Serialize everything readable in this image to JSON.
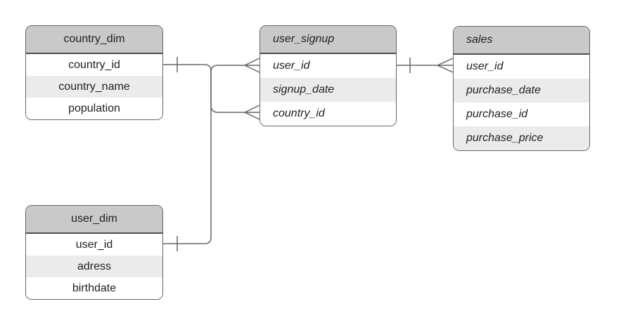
{
  "diagram": {
    "type": "entity-relationship-diagram",
    "background": "#ffffff",
    "colors": {
      "header_fill": "#c9c9c9",
      "row_fill": "#ffffff",
      "row_alt_fill": "#ebebeb",
      "table_border": "#666666",
      "header_separator": "#4d4d4d",
      "connector": "#666666",
      "text": "#1f1f1f"
    },
    "tables": [
      {
        "id": "country_dim",
        "title": "country_dim",
        "text_style": "plain-centered",
        "rows": [
          "country_id",
          "country_name",
          "population"
        ]
      },
      {
        "id": "user_signup",
        "title": "user_signup",
        "text_style": "italic-left",
        "rows": [
          "user_id",
          "signup_date",
          "country_id"
        ]
      },
      {
        "id": "sales",
        "title": "sales",
        "text_style": "italic-left",
        "rows": [
          "user_id",
          "purchase_date",
          "purchase_id",
          "purchase_price"
        ]
      },
      {
        "id": "user_dim",
        "title": "user_dim",
        "text_style": "plain-centered",
        "rows": [
          "user_id",
          "adress",
          "birthdate"
        ]
      }
    ],
    "relationships": [
      {
        "from": "country_dim.country_id",
        "to": "user_signup.country_id",
        "from_cardinality": "one",
        "to_cardinality": "many"
      },
      {
        "from": "user_dim.user_id",
        "to": "user_signup.user_id",
        "from_cardinality": "one",
        "to_cardinality": "many"
      },
      {
        "from": "user_signup.user_id",
        "to": "sales.user_id",
        "from_cardinality": "one",
        "to_cardinality": "many"
      }
    ]
  }
}
